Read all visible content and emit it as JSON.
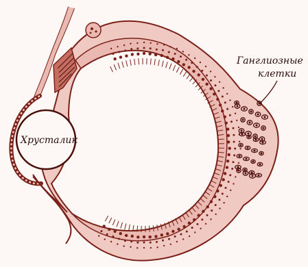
{
  "labels": {
    "lens": "Хрусталик",
    "ganglion_line1": "Ганглиозные",
    "ganglion_line2": "клетки"
  },
  "colors": {
    "ink": "#7a2018",
    "ink_dark": "#4a0e0a",
    "tissue": "#e9b9b2",
    "tissue_light": "#f3d6d0",
    "background": "#fdf8f5"
  }
}
